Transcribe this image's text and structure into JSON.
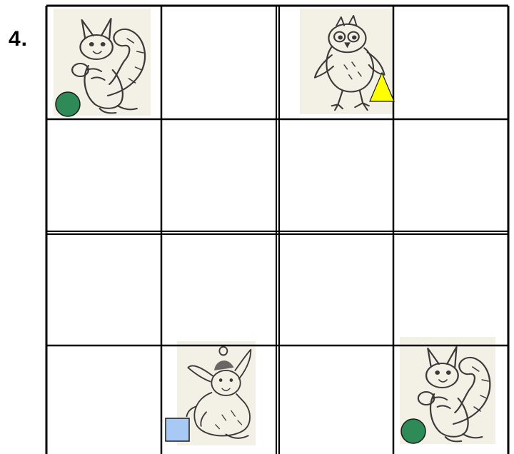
{
  "task_number": "4.",
  "grid": {
    "rows": 4,
    "cols": 4,
    "quadrant_size": 2,
    "line_color": "#000000"
  },
  "cells": [
    {
      "row": 0,
      "col": 0,
      "animal": "squirrel",
      "shape": "circle",
      "shape_color": "#2e8b57"
    },
    {
      "row": 0,
      "col": 2,
      "animal": "owl-chick",
      "shape": "triangle",
      "shape_color": "#ffff00"
    },
    {
      "row": 3,
      "col": 1,
      "animal": "hare",
      "shape": "square",
      "shape_color": "#a9c9f5"
    },
    {
      "row": 3,
      "col": 3,
      "animal": "squirrel",
      "shape": "circle",
      "shape_color": "#2e8b57"
    }
  ],
  "colors": {
    "picture_bg": "#f3f0e6",
    "sketch": "#3a3a3a"
  }
}
